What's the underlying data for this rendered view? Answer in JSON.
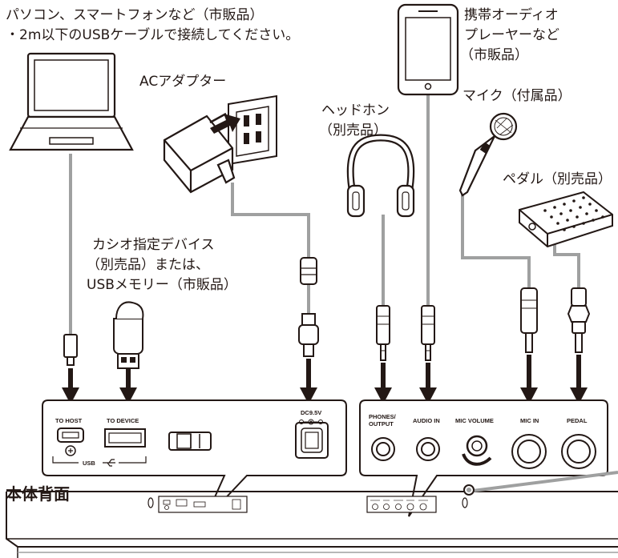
{
  "labels": {
    "pc_line1": "パソコン、スマートフォンなど（市販品）",
    "pc_line2": "・2m以下のUSBケーブルで接続してください。",
    "ac_adapter": "ACアダプター",
    "player_line1": "携帯オーディオ",
    "player_line2": "プレーヤーなど",
    "player_line3": "（市販品）",
    "headphones_line1": "ヘッドホン",
    "headphones_line2": "（別売品）",
    "mic": "マイク（付属品）",
    "pedal": "ペダル（別売品）",
    "device_line1": "カシオ指定デバイス",
    "device_line2": "（別売品）または、",
    "device_line3": "USBメモリー（市販品）",
    "rear_panel": "本体背面"
  },
  "ports": {
    "to_host": "TO HOST",
    "to_device": "TO DEVICE",
    "usb": "USB",
    "dc": "DC9.5V",
    "phones_line1": "PHONES/",
    "phones_line2": "OUTPUT",
    "audio_in": "AUDIO IN",
    "mic_volume": "MIC VOLUME",
    "mic_in": "MIC IN",
    "pedal": "PEDAL"
  }
}
